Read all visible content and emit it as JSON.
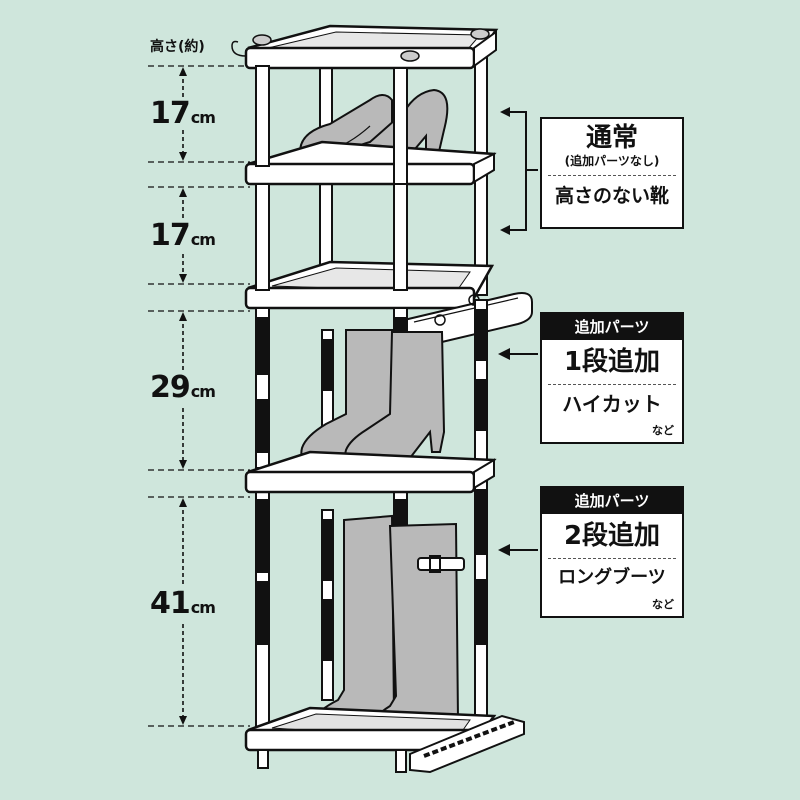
{
  "height_label": "高さ(約)",
  "dimensions": [
    {
      "num": "17",
      "unit": "cm"
    },
    {
      "num": "17",
      "unit": "cm"
    },
    {
      "num": "29",
      "unit": "cm"
    },
    {
      "num": "41",
      "unit": "cm"
    }
  ],
  "box_normal": {
    "title": "通常",
    "subtitle": "(追加パーツなし)",
    "use": "高さのない靴"
  },
  "box_one": {
    "header": "追加パーツ",
    "title": "1段追加",
    "use": "ハイカット",
    "note": "など"
  },
  "box_two": {
    "header": "追加パーツ",
    "title": "2段追加",
    "use": "ロングブーツ",
    "note": "など"
  },
  "colors": {
    "background": "#cfe6dc",
    "frame": "#111111",
    "shoe": "#b9b9b9"
  }
}
